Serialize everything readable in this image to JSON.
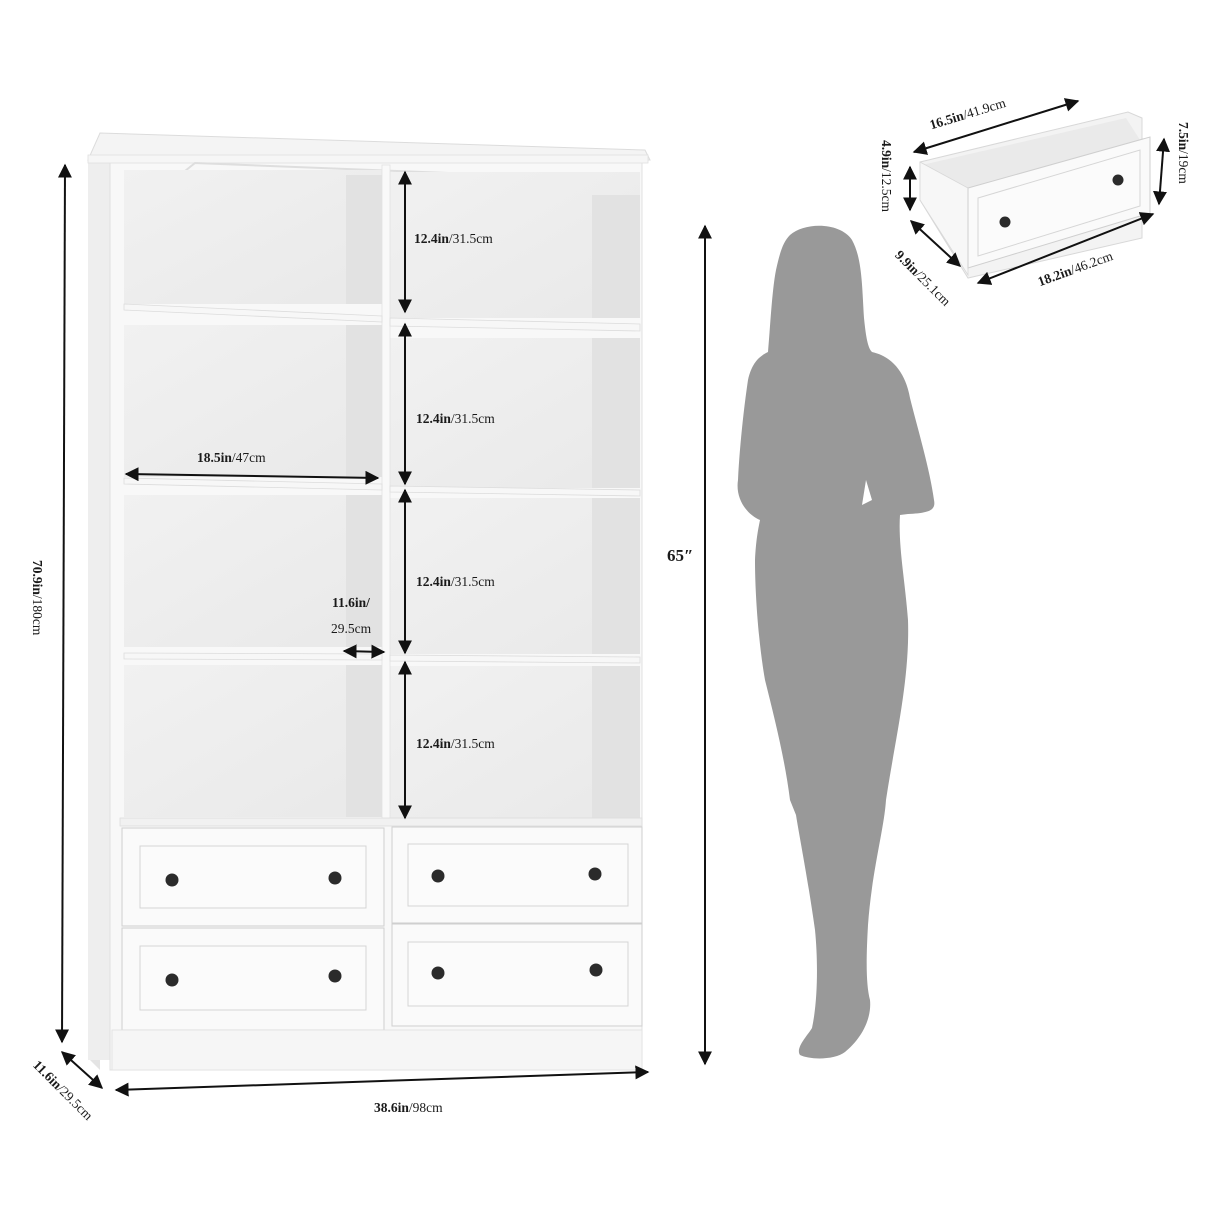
{
  "figure": {
    "title": "Bookcase with drawers - dimension diagram",
    "colors": {
      "background": "#ffffff",
      "furniture_white": "#f7f7f7",
      "furniture_shadow": "#e6e6e6",
      "panel_back": "#ebebeb",
      "knob": "#2b2b2b",
      "silhouette": "#999999",
      "dimension_line": "#111111"
    }
  },
  "bookcase": {
    "overall_height": {
      "in": "70.9in",
      "cm": "/180cm"
    },
    "overall_width": {
      "in": "38.6in",
      "cm": "/98cm"
    },
    "overall_depth": {
      "in": "11.6in",
      "cm": "/29.5cm"
    },
    "shelf_width": {
      "in": "18.5in",
      "cm": "/47cm"
    },
    "shelf_depth": {
      "in": "11.6in/",
      "cm": "29.5cm"
    },
    "compartments": [
      {
        "in": "12.4in",
        "cm": "/31.5cm"
      },
      {
        "in": "12.4in",
        "cm": "/31.5cm"
      },
      {
        "in": "12.4in",
        "cm": "/31.5cm"
      },
      {
        "in": "12.4in",
        "cm": "/31.5cm"
      }
    ],
    "open_shelf_rows": 4,
    "open_shelf_columns": 2,
    "drawers": 4
  },
  "person": {
    "height_label": "65″"
  },
  "drawer_detail": {
    "top_length": {
      "in": "16.5in",
      "cm": "/41.9cm"
    },
    "front_width": {
      "in": "18.2in",
      "cm": "/46.2cm"
    },
    "front_height": {
      "in": "7.5in",
      "cm": "/19cm"
    },
    "inner_height": {
      "in": "4.9in",
      "cm": "/12.5cm"
    },
    "inner_depth": {
      "in": "9.9in",
      "cm": "/25.1cm"
    }
  }
}
